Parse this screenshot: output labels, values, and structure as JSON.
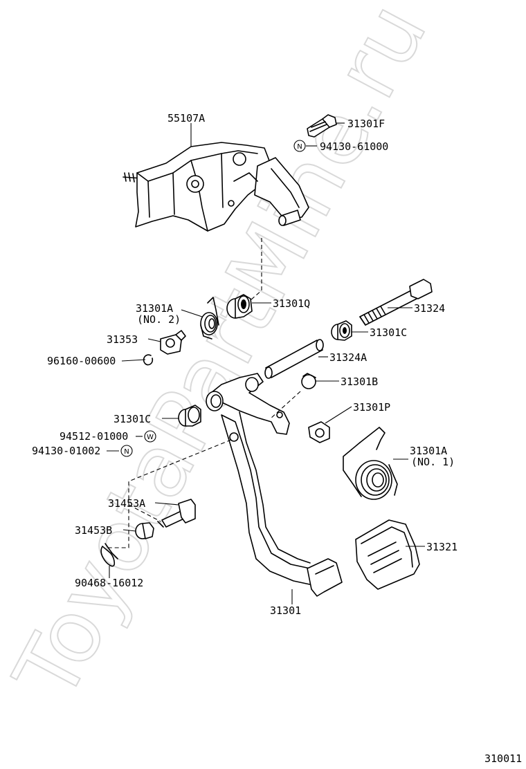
{
  "watermark": "ToyotaPartMine.ru",
  "diagram_ref": "310011",
  "symbols": {
    "n_symbol": "N",
    "w_symbol": "W"
  },
  "labels": {
    "p55107A": "55107A",
    "p31301F": "31301F",
    "p94130_61000": "94130-61000",
    "p31301A_no2": "31301A",
    "p31301A_no2_sub": "(NO. 2)",
    "p31301Q": "31301Q",
    "p31324": "31324",
    "p31353": "31353",
    "p31301C_upper": "31301C",
    "p96160_00600": "96160-00600",
    "p31324A": "31324A",
    "p31301B": "31301B",
    "p31301C_lower": "31301C",
    "p31301P": "31301P",
    "p94512_01000": "94512-01000",
    "p94130_01002": "94130-01002",
    "p31301A_no1": "31301A",
    "p31301A_no1_sub": "(NO. 1)",
    "p31453A": "31453A",
    "p31453B": "31453B",
    "p31321": "31321",
    "p90468_16012": "90468-16012",
    "p31301": "31301"
  }
}
